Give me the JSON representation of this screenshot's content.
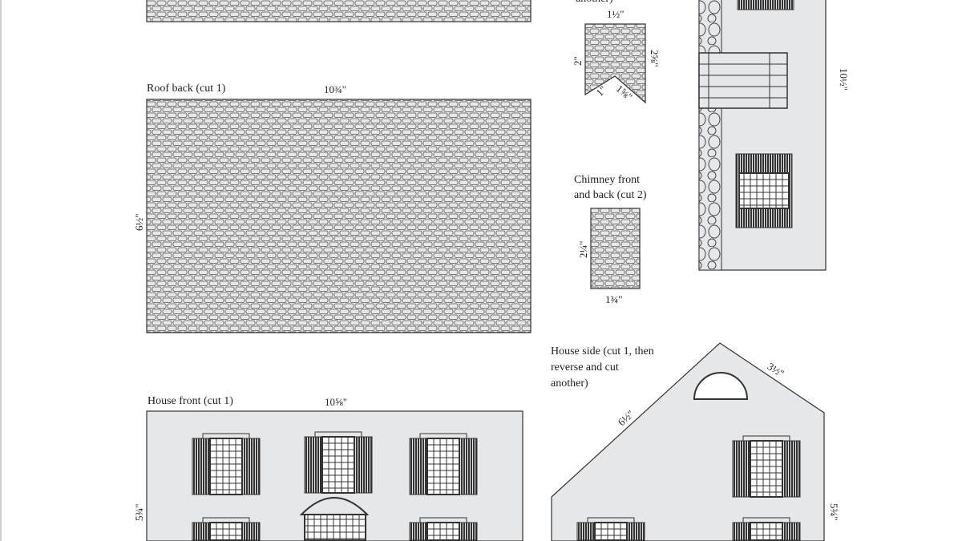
{
  "colors": {
    "piece_fill": "#e6e7e8",
    "line": "#333333",
    "shutter": "#3a3a3a"
  },
  "pieces": {
    "chimney_side": {
      "label_tail": "another)",
      "top": "1½\"",
      "left": "2\"",
      "right": "2⅝\"",
      "notch_left": "1\"",
      "notch_right": "1⅝\""
    },
    "tall_side": {
      "height": "10½\""
    },
    "roof_back": {
      "label": "Roof back (cut 1)",
      "width": "10¾\"",
      "height": "6½\""
    },
    "chimney_front": {
      "label_line1": "Chimney front",
      "label_line2": "and back (cut 2)",
      "height": "2¼\"",
      "width": "1¾\""
    },
    "house_side": {
      "label_line1": "House side (cut 1, then",
      "label_line2": "reverse and cut",
      "label_line3": "another)",
      "roof_right": "3½\"",
      "roof_left": "6½\"",
      "height": "5¾\""
    },
    "house_front": {
      "label": "House front (cut 1)",
      "width": "10⅝\"",
      "height": "5¾\""
    }
  }
}
